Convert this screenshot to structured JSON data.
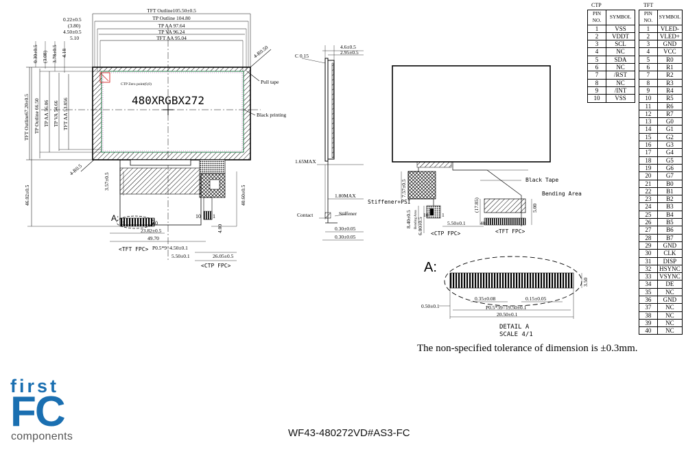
{
  "front_view": {
    "dims": {
      "tft_outline_w": "TFT Outline105.50±0.5",
      "tp_outline_w": "TP Outline 104.80",
      "tp_aa_w": "TP AA 97.64",
      "tp_va_w": "TP VA 96.24",
      "tft_aa_w": "TFT AA 95.04",
      "off_022": "0.22±0.5",
      "off_380": "(3.80)",
      "off_450": "4.50±0.5",
      "off_510": "5.10",
      "v_030": "0.30±0.5",
      "v_308": "(3.08)",
      "v_378": "3.78±0.5",
      "v_418": "4.18",
      "tft_outline_h": "TFT Outline67.20±0.5",
      "tp_outline_h": "TP Outline 66.50",
      "tp_aa_h": "TP AA 56.06",
      "tp_va_h": "TP VA 54.66",
      "tft_aa_h": "TFT AA 53.856",
      "corner_r": "4-R0.50",
      "corner_48": "4-R0.5",
      "h_4602": "46.02±0.5",
      "h_357": "3.57±0.5",
      "h_4060": "40.60±0.5",
      "h_400": "4.00",
      "w_2382": "23.82±0.5",
      "w_4970": "49.70",
      "pitch_fpc": "P0.5*9=4.50±0.1",
      "w_550": "5.50±0.1",
      "w_2605": "26.05±0.5"
    },
    "labels": {
      "pull_tape": "Pull tape",
      "black_printing": "Black printing",
      "resolution": "480XRGBX272",
      "zero_point": "CTP Zero point(0,0)",
      "tft_fpc": "<TFT FPC>",
      "ctp_fpc": "<CTP FPC>",
      "detail_a_marker": "A:",
      "pin_1": "1",
      "pin_40": "40",
      "pin_10": "10",
      "pin_1b": "1"
    }
  },
  "side_view": {
    "c015": "C 0.15",
    "d_46": "4.6±0.5",
    "d_295": "2.95±0.5",
    "d_165": "1.65MAX",
    "d_180": "1.80MAX",
    "contact": "Contact",
    "stiffener": "Stiffener",
    "d_030a": "0.30±0.05",
    "d_030b": "0.30±0.05"
  },
  "rear_view": {
    "black_tape": "Black Tape",
    "bending_area": "Bending Area",
    "stiffener_psi": "Stiffener+PSI",
    "d_757": "7.57±0.5",
    "d_840": "8.40±0.5",
    "d_600": "6.00±0.5",
    "d_1785": "(17.85)",
    "d_500": "5.00",
    "d_550": "5.50±0.1",
    "bending_small": "Bending Area",
    "ctp_fpc": "<CTP FPC>",
    "tft_fpc": "<TFT FPC>",
    "pin_10": "10",
    "pin_1": "1",
    "pin_40": "40"
  },
  "detail_a": {
    "marker": "A:",
    "d_035": "0.35±0.08",
    "d_015": "0.15±0.05",
    "d_050": "0.50±0.1",
    "pitch": "P0.5*39=19.50±0.1",
    "width": "20.50±0.1",
    "height": "3.50",
    "title": "DETAIL A",
    "scale": "SCALE 4/1"
  },
  "ctp_table": {
    "caption": "CTP",
    "headers": [
      "PIN NO.",
      "SYMBOL"
    ],
    "rows": [
      [
        "1",
        "VSS"
      ],
      [
        "2",
        "VDDT"
      ],
      [
        "3",
        "SCL"
      ],
      [
        "4",
        "NC"
      ],
      [
        "5",
        "SDA"
      ],
      [
        "6",
        "NC"
      ],
      [
        "7",
        "/RST"
      ],
      [
        "8",
        "NC"
      ],
      [
        "9",
        "/INT"
      ],
      [
        "10",
        "VSS"
      ]
    ]
  },
  "tft_table": {
    "caption": "TFT",
    "headers": [
      "PIN NO.",
      "SYMBOL"
    ],
    "rows": [
      [
        "1",
        "VLED-"
      ],
      [
        "2",
        "VLED+"
      ],
      [
        "3",
        "GND"
      ],
      [
        "4",
        "VCC"
      ],
      [
        "5",
        "R0"
      ],
      [
        "6",
        "R1"
      ],
      [
        "7",
        "R2"
      ],
      [
        "8",
        "R3"
      ],
      [
        "9",
        "R4"
      ],
      [
        "10",
        "R5"
      ],
      [
        "11",
        "R6"
      ],
      [
        "12",
        "R7"
      ],
      [
        "13",
        "G0"
      ],
      [
        "14",
        "G1"
      ],
      [
        "15",
        "G2"
      ],
      [
        "16",
        "G3"
      ],
      [
        "17",
        "G4"
      ],
      [
        "18",
        "G5"
      ],
      [
        "19",
        "G6"
      ],
      [
        "20",
        "G7"
      ],
      [
        "21",
        "B0"
      ],
      [
        "22",
        "B1"
      ],
      [
        "23",
        "B2"
      ],
      [
        "24",
        "B3"
      ],
      [
        "25",
        "B4"
      ],
      [
        "26",
        "B5"
      ],
      [
        "27",
        "B6"
      ],
      [
        "28",
        "B7"
      ],
      [
        "29",
        "GND"
      ],
      [
        "30",
        "CLK"
      ],
      [
        "31",
        "DISP"
      ],
      [
        "32",
        "HSYNC"
      ],
      [
        "33",
        "VSYNC"
      ],
      [
        "34",
        "DE"
      ],
      [
        "35",
        "NC"
      ],
      [
        "36",
        "GND"
      ],
      [
        "37",
        "NC"
      ],
      [
        "38",
        "NC"
      ],
      [
        "39",
        "NC"
      ],
      [
        "40",
        "NC"
      ]
    ]
  },
  "tolerance_note": "The non-specified tolerance of dimension is ±0.3mm.",
  "model_number": "WF43-480272VD#AS3-FC",
  "logo": {
    "first": "first",
    "fc": "FC",
    "components": "components",
    "color": "#1a6fb1"
  }
}
